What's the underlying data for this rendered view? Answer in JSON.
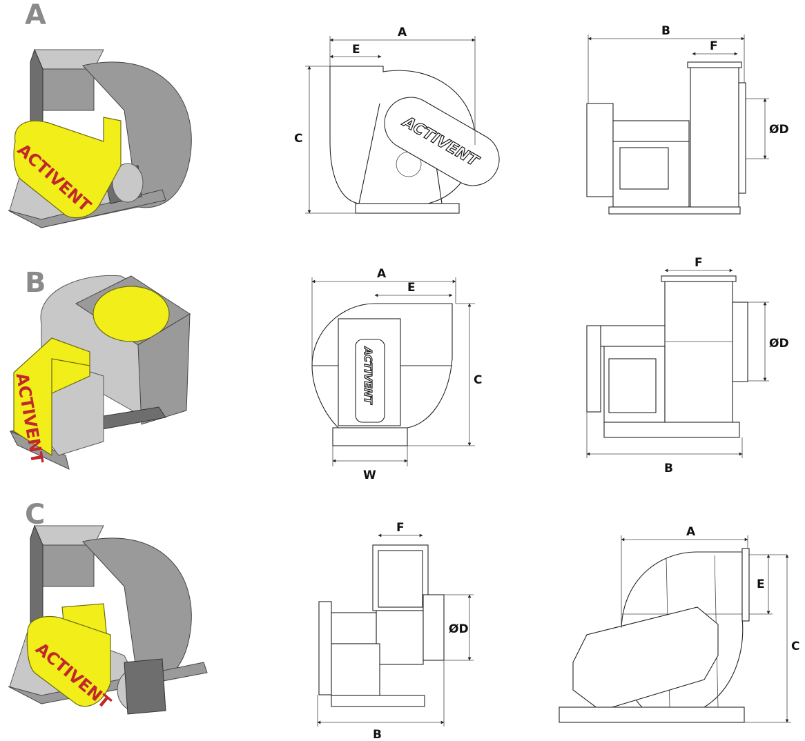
{
  "rows": [
    {
      "label": "A"
    },
    {
      "label": "B"
    },
    {
      "label": "C"
    }
  ],
  "brand": "ACTIVENT",
  "dimensions": {
    "rowA_front": {
      "A": "A",
      "E": "E",
      "C": "C"
    },
    "rowA_side": {
      "B": "B",
      "F": "F",
      "D": "ØD"
    },
    "rowB_front": {
      "A": "A",
      "E": "E",
      "C": "C",
      "W": "W"
    },
    "rowB_side": {
      "F": "F",
      "D": "ØD",
      "B": "B"
    },
    "rowC_side": {
      "F": "F",
      "D": "ØD",
      "B": "B"
    },
    "rowC_front": {
      "A": "A",
      "E": "E",
      "C": "C"
    }
  },
  "colors": {
    "housing": "#9a9a9a",
    "guard": "#f2ee1a",
    "brand_red": "#c0282c",
    "line": "#222222"
  }
}
